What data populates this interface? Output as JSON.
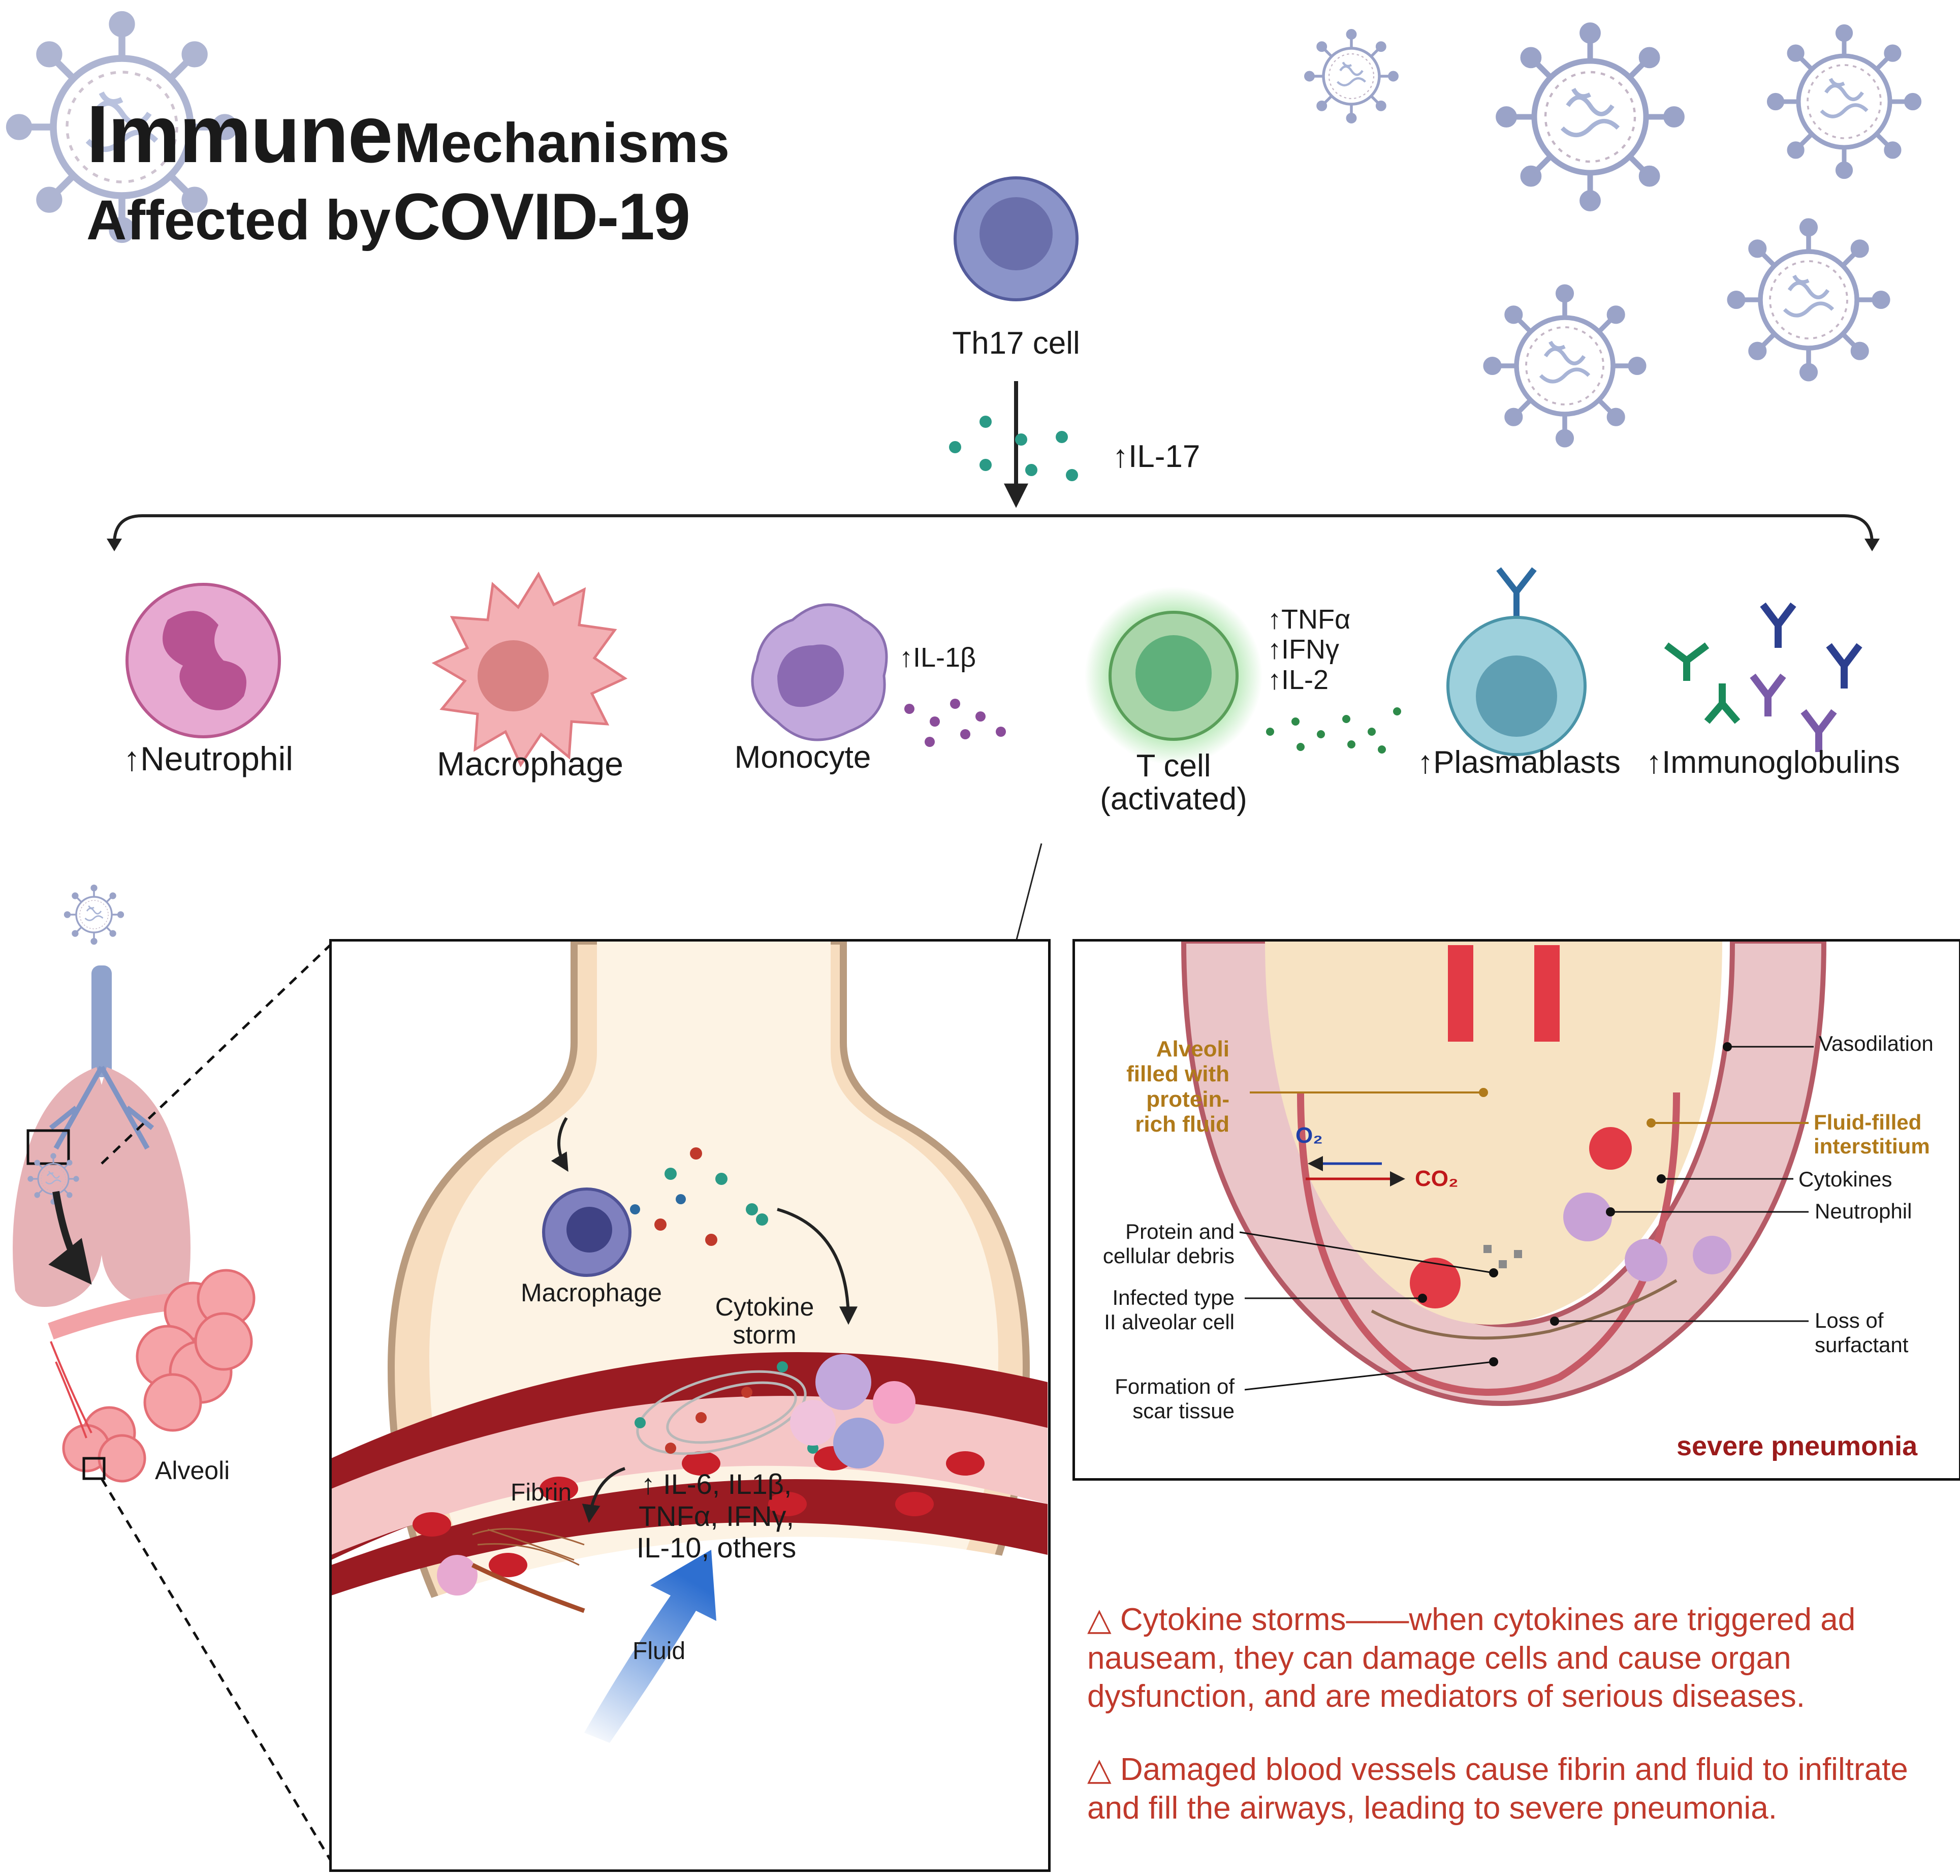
{
  "title": {
    "line1_big": "Immune",
    "line1_rest": "Mechanisms",
    "line2_rest": "Affected by",
    "line2_big": "COVID-19"
  },
  "th17": {
    "label": "Th17 cell",
    "cytokine": "↑IL-17"
  },
  "cells": {
    "neutrophil": "↑Neutrophil",
    "macrophage": "Macrophage",
    "monocyte": "Monocyte",
    "monocyte_cytokine": "↑IL-1β",
    "tcell_line1": "T cell",
    "tcell_line2": "(activated)",
    "tcell_cytokines": [
      "↑TNFα",
      "↑IFNγ",
      "↑IL-2"
    ],
    "plasmablasts": "↑Plasmablasts",
    "immunoglobulins": "↑Immunoglobulins"
  },
  "lung": {
    "alveoli_label": "Alveoli"
  },
  "alveolus_panel": {
    "macrophage": "Macrophage",
    "cytokine_storm": [
      "Cytokine",
      "storm"
    ],
    "fibrin": "Fibrin",
    "cytokines_list": [
      "↑ IL-6, IL1β,",
      "TNFα, IFNγ,",
      "IL-10, others"
    ],
    "fluid": "Fluid"
  },
  "pneumonia_panel": {
    "alveoli_filled": [
      "Alveoli",
      "filled with",
      "protein-",
      "rich fluid"
    ],
    "o2": "O₂",
    "co2": "CO₂",
    "vasodilation": "Vasodilation",
    "fluid_interstitium": [
      "Fluid-filled",
      "interstitium"
    ],
    "cytokines": "Cytokines",
    "neutrophil": "Neutrophil",
    "protein_debris": [
      "Protein and",
      "cellular debris"
    ],
    "infected_cell": [
      "Infected type",
      "II alveolar cell"
    ],
    "loss_surfactant": [
      "Loss of",
      "surfactant"
    ],
    "scar_tissue": [
      "Formation of",
      "scar tissue"
    ],
    "severe_pneumonia": "severe pneumonia"
  },
  "notes": [
    "△ Cytokine storms——when cytokines are triggered ad nauseam, they can damage cells and cause organ dysfunction, and are mediators of serious diseases.",
    "△ Damaged blood vessels cause fibrin and fluid to infiltrate and fill the airways, leading to severe pneumonia."
  ],
  "colors": {
    "note_red": "#c0392b",
    "pneumonia_red": "#9b1b1b",
    "gold": "#b07a1a",
    "o2_blue": "#1f3fa8",
    "co2_red": "#c0171a"
  }
}
